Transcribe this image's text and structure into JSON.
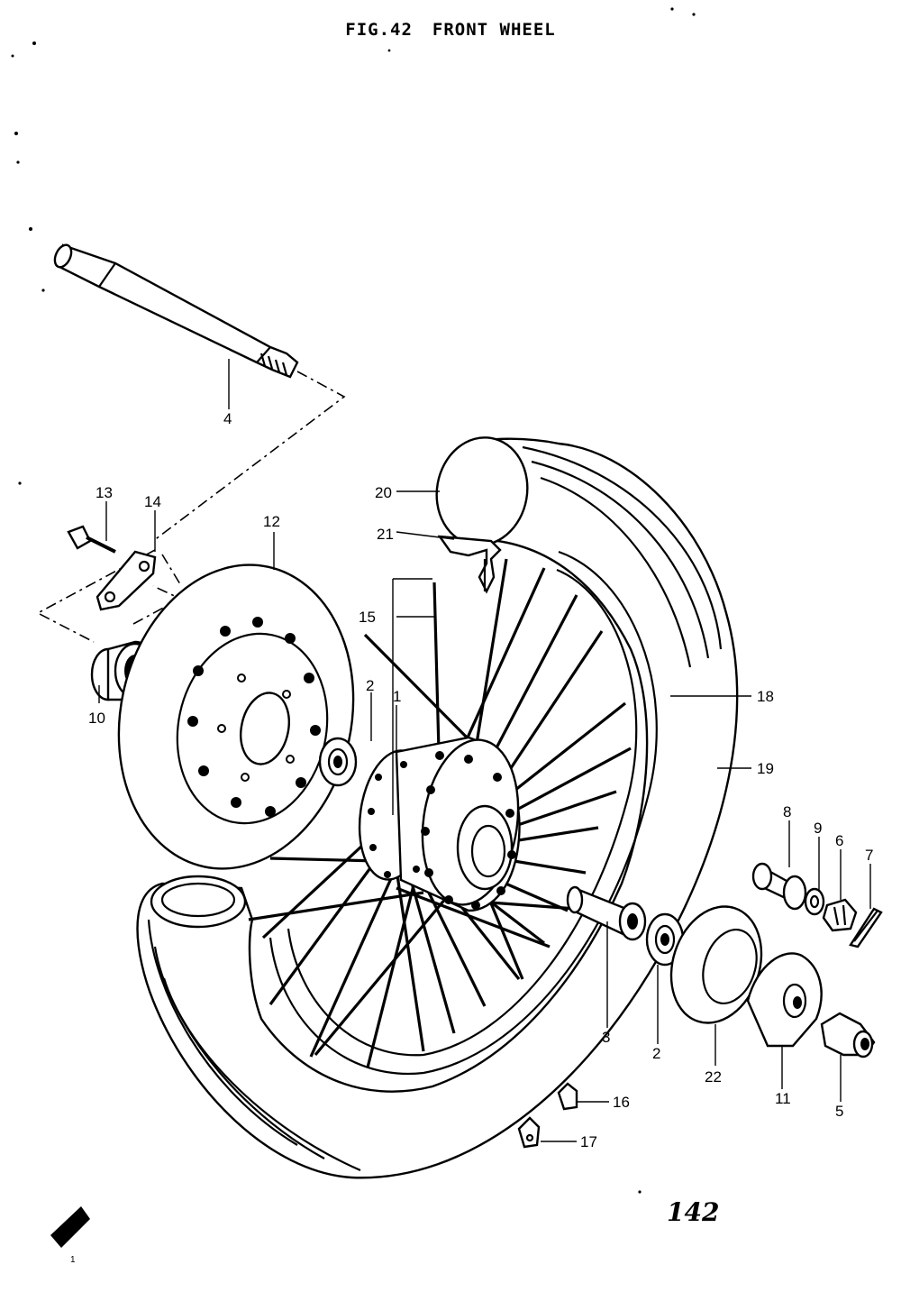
{
  "header": {
    "figure": "FIG.42",
    "title": "FRONT WHEEL"
  },
  "page_number": "142",
  "callouts": {
    "c1": "1",
    "c2a": "2",
    "c2b": "2",
    "c3": "3",
    "c4": "4",
    "c5": "5",
    "c6": "6",
    "c7": "7",
    "c8": "8",
    "c9": "9",
    "c10": "10",
    "c11": "11",
    "c12": "12",
    "c13": "13",
    "c14": "14",
    "c15": "15",
    "c16": "16",
    "c17": "17",
    "c18": "18",
    "c19": "19",
    "c20": "20",
    "c21": "21",
    "c22": "22"
  }
}
